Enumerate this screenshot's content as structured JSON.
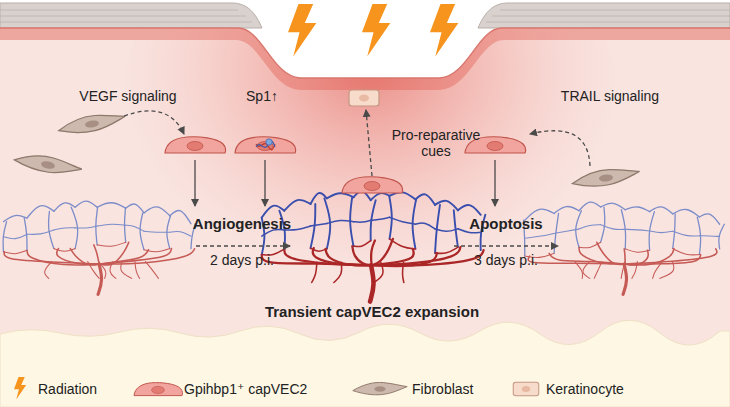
{
  "diagram": {
    "labels": [
      "VEGF signaling",
      "Sp1↑",
      "Pro-reparative cues",
      "TRAIL signaling",
      "Angiogenesis",
      "2 days p.i.",
      "Apoptosis",
      "3 days p.i.",
      "Transient capVEC2 expansion"
    ],
    "legend": [
      {
        "text": "Radiation"
      },
      {
        "text": "Gpihbp1⁺ capVEC2"
      },
      {
        "text": "Fibroblast"
      },
      {
        "text": "Keratinocyte"
      }
    ]
  }
}
